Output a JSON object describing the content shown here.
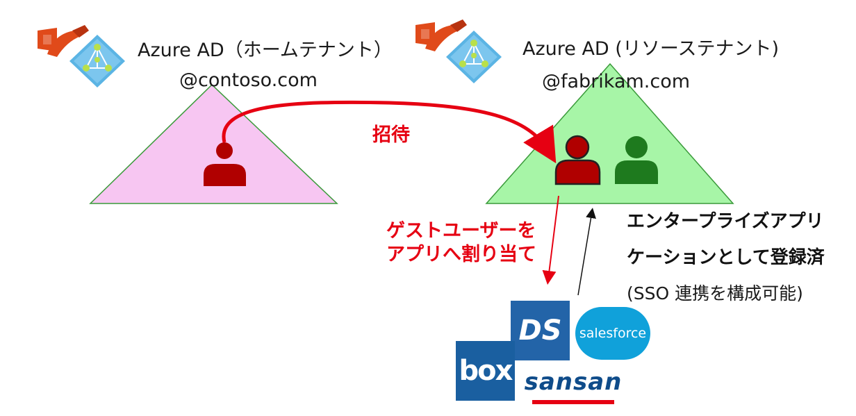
{
  "home": {
    "title": "Azure AD（ホームテナント）",
    "domain": "@contoso.com",
    "triangle_color": "#f7c6f2"
  },
  "resource": {
    "title": "Azure AD (リソーステナント)",
    "domain": "@fabrikam.com",
    "triangle_color": "#a7f5a7"
  },
  "arrows": {
    "invite_label": "招待",
    "assign_label_line1": "ゲストユーザーを",
    "assign_label_line2": "アプリへ割り当て"
  },
  "enterprise": {
    "line1": "エンタープライズアプリ",
    "line2": "ケーションとして登録済",
    "line3": "(SSO 連携を構成可能)"
  },
  "apps": {
    "ds": "DS",
    "box": "box",
    "salesforce": "salesforce",
    "sansan": "sansan"
  },
  "colors": {
    "accent_red": "#e60012",
    "guest_user": "#b00000",
    "member_user": "#1e7a1e",
    "office_orange": "#e04a1a",
    "azure_blue": "#5bb4e4"
  },
  "icons": [
    "office-pen-icon",
    "azure-ad-icon",
    "user-icon"
  ]
}
